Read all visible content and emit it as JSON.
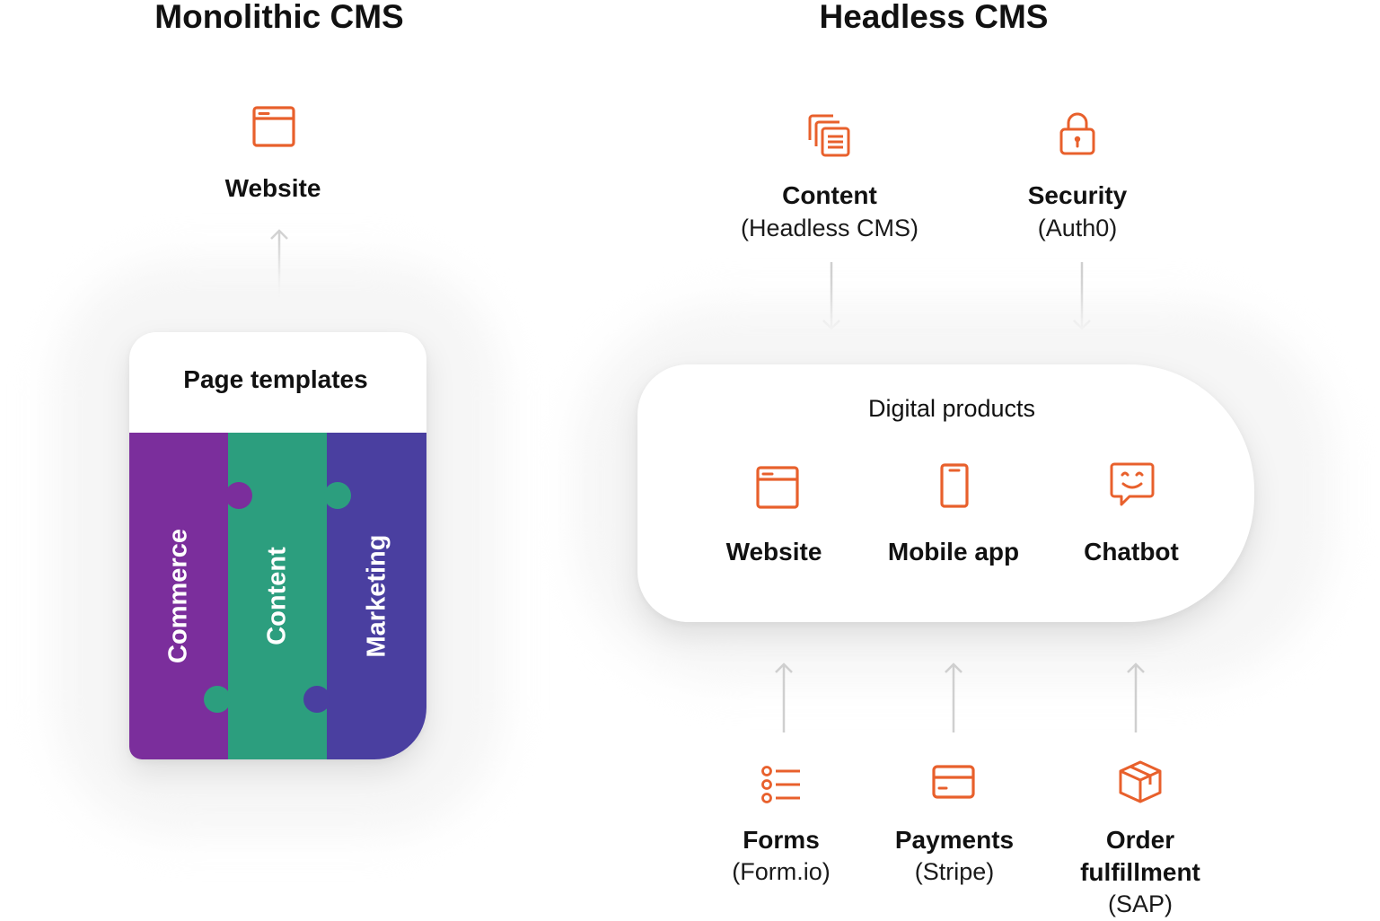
{
  "colors": {
    "accent": "#E8602C",
    "commerce": "#7B2E9C",
    "content": "#2C9E7E",
    "marketing": "#4A3FA0",
    "arrow": "#cfcfcf"
  },
  "monolithic": {
    "title": "Monolithic CMS",
    "website": {
      "label": "Website",
      "icon": "browser-window-icon"
    },
    "card": {
      "title": "Page templates",
      "strips": [
        {
          "label": "Commerce"
        },
        {
          "label": "Content"
        },
        {
          "label": "Marketing"
        }
      ]
    }
  },
  "headless": {
    "title": "Headless CMS",
    "sources_top": [
      {
        "title": "Content",
        "subtitle": "(Headless CMS)",
        "icon": "documents-icon"
      },
      {
        "title": "Security",
        "subtitle": "(Auth0)",
        "icon": "lock-icon"
      }
    ],
    "products": {
      "title": "Digital products",
      "items": [
        {
          "label": "Website",
          "icon": "browser-window-icon"
        },
        {
          "label": "Mobile app",
          "icon": "mobile-phone-icon"
        },
        {
          "label": "Chatbot",
          "icon": "chat-bubble-icon"
        }
      ]
    },
    "sources_bottom": [
      {
        "title": "Forms",
        "subtitle": "(Form.io)",
        "icon": "form-list-icon"
      },
      {
        "title": "Payments",
        "subtitle": "(Stripe)",
        "icon": "credit-card-icon"
      },
      {
        "title": "Order",
        "title2": "fulfillment",
        "subtitle": "(SAP)",
        "icon": "package-box-icon"
      }
    ]
  }
}
